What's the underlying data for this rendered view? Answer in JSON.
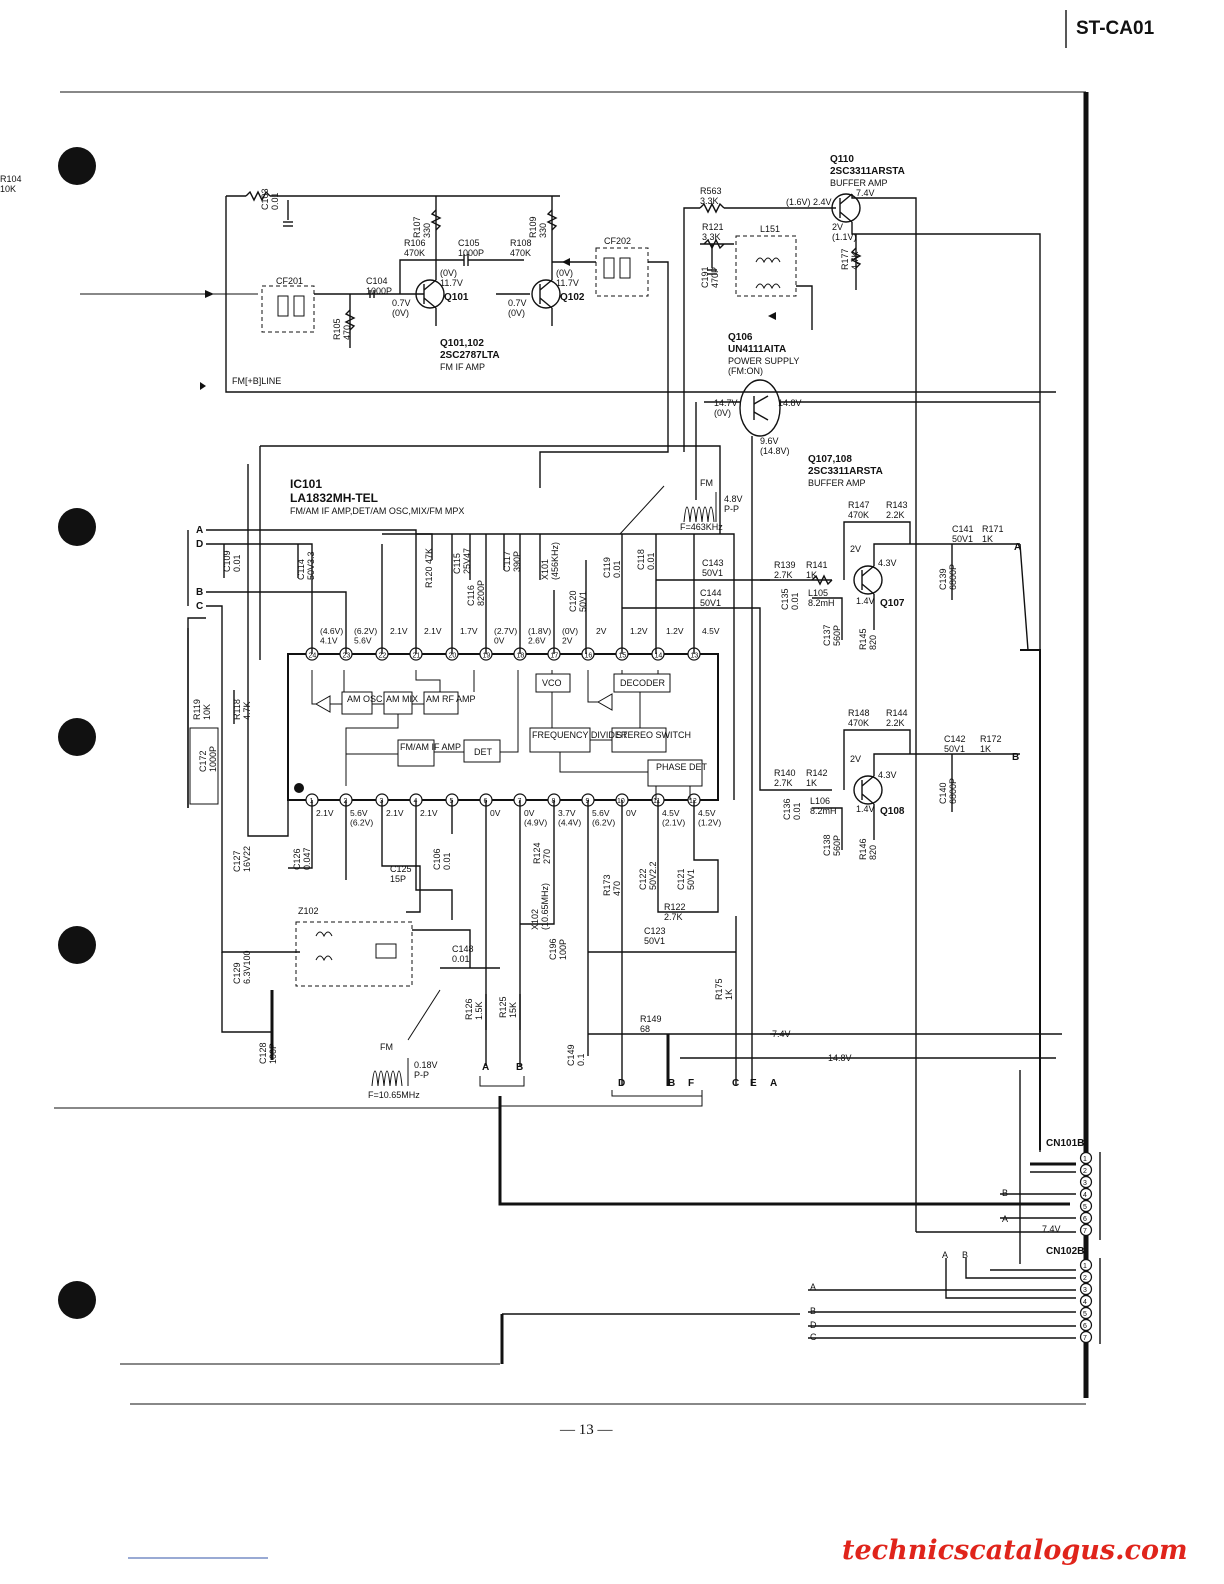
{
  "header": {
    "model": "ST-CA01"
  },
  "footer": {
    "page": "— 13 —",
    "site": "technicscatalogus.com"
  },
  "colors": {
    "ink": "#111111",
    "site": "#e0241b"
  },
  "ic": {
    "ref": "IC101",
    "part": "LA1832MH-TEL",
    "desc": "FM/AM IF AMP,DET/AM OSC,MIX/FM MPX",
    "blocks": [
      "AM OSC",
      "AM MIX",
      "AM RF AMP",
      "FM/AM IF AMP",
      "DET",
      "VCO",
      "DECODER",
      "FREQUENCY DIVIDER",
      "STEREO SWITCH",
      "PHASE DET"
    ],
    "top_pins": [
      "24",
      "23",
      "22",
      "21",
      "20",
      "19",
      "18",
      "17",
      "16",
      "15",
      "14",
      "13"
    ],
    "bottom_pins": [
      "1",
      "2",
      "3",
      "4",
      "5",
      "6",
      "7",
      "8",
      "9",
      "10",
      "11",
      "12"
    ],
    "top_volts": [
      "(4.6V)\n4.1V",
      "(6.2V)\n5.6V",
      "2.1V",
      "2.1V",
      "1.7V",
      "(2.7V)\n0V",
      "(1.8V)\n2.6V",
      "(0V)\n2V",
      "2V",
      "1.2V",
      "1.2V",
      "4.5V"
    ],
    "bottom_volts": [
      "2.1V",
      "5.6V\n(6.2V)",
      "2.1V",
      "2.1V",
      "",
      "0V",
      "0V\n(4.9V)",
      "3.7V\n(4.4V)",
      "5.6V\n(6.2V)",
      "0V",
      "4.5V\n(2.1V)",
      "4.5V\n(1.2V)"
    ]
  },
  "transistors": [
    {
      "ref": "Q101",
      "v1": "(0V)\n11.7V",
      "v2": "0.7V\n(0V)"
    },
    {
      "ref": "Q102",
      "v1": "(0V)\n11.7V",
      "v2": "0.7V\n(0V)"
    },
    {
      "ref": "Q107",
      "v1": "4.3V",
      "v2": "1.4V",
      "v3": "2V"
    },
    {
      "ref": "Q108",
      "v1": "4.3V",
      "v2": "1.4V",
      "v3": "2V"
    }
  ],
  "groups": {
    "q101_102": "Q101,102",
    "q101_102_part": "2SC2787LTA",
    "q101_102_desc": "FM IF AMP",
    "q106": "Q106",
    "q106_part": "UN4111AITA",
    "q106_desc": "POWER SUPPLY\n(FM:ON)",
    "q106_v1": "14.7V\n(0V)",
    "q106_v2": "14.8V",
    "q106_v3": "9.6V\n(14.8V)",
    "q107_108": "Q107,108",
    "q107_108_part": "2SC3311ARSTA",
    "q107_108_desc": "BUFFER AMP",
    "q110": "Q110",
    "q110_part": "2SC3311ARSTA",
    "q110_desc": "BUFFER AMP",
    "q110_v1": "7.4V",
    "q110_v2": "(1.6V) 2.4V",
    "q110_v3": "2V\n(1.1V)",
    "fm_line": "FM[+B]LINE"
  },
  "components": {
    "r104": "R104\n10K",
    "c103": "C103\n0.01",
    "r107": "R107\n330",
    "r109": "R109\n330",
    "r106": "R106\n470K",
    "c105": "C105\n1000P",
    "r108": "R108\n470K",
    "c104": "C104\n1000P",
    "r105": "R105\n470",
    "cf201": "CF201",
    "cf202": "CF202",
    "r563": "R563\n3.3K",
    "r121": "R121\n3.3K",
    "l151": "L151",
    "c191": "C191\n470P",
    "r177": "R177\n4.7K",
    "c109": "C109\n0.01",
    "c114": "C114\n50V3.3",
    "r120": "R120 47K",
    "c115": "C115\n25V47",
    "c116": "C116\n8200P",
    "c117": "C117\n390P",
    "x101": "X101\n(456KHz)",
    "c120": "C120\n50V1",
    "c119": "C119\n0.01",
    "c118": "C118\n0.01",
    "c143": "C143\n50V1",
    "c144": "C144\n50V1",
    "r139": "R139\n2.7K",
    "r141": "R141\n1K",
    "c135": "C135\n0.01",
    "l105": "L105\n8.2mH",
    "c137": "C137\n560P",
    "r145": "R145\n820",
    "r147": "R147\n470K",
    "r143": "R143\n2.2K",
    "c141": "C141\n50V1",
    "r171": "R171\n1K",
    "c139": "C139\n6800P",
    "r148": "R148\n470K",
    "r144": "R144\n2.2K",
    "c142": "C142\n50V1",
    "r172": "R172\n1K",
    "c140": "C140\n6800P",
    "r140": "R140\n2.7K",
    "r142": "R142\n1K",
    "c136": "C136\n0.01",
    "l106": "L106\n8.2mH",
    "c138": "C138\n560P",
    "r146": "R146\n820",
    "r119": "R119\n10K",
    "r118": "R118\n4.7K",
    "c172": "C172\n1000P",
    "c127": "C127\n16V22",
    "c126": "C126\n0.047",
    "c125": "C125\n15P",
    "c106": "C106\n0.01",
    "z102": "Z102",
    "c129": "C129\n6.3V100",
    "c128": "C128\n100P",
    "c148": "C148\n0.01",
    "r126": "R126\n1.5K",
    "r125": "R125\n15K",
    "x102": "X102\n(10.65MHz)",
    "c196": "C196\n100P",
    "r124": "R124\n270",
    "c149": "C149\n0.1",
    "r173": "R173\n470",
    "c122": "C122\n50V2.2",
    "c121": "C121\n50V1",
    "r122": "R122\n2.7K",
    "c123": "C123\n50V1",
    "r175": "R175\n1K",
    "r149": "R149\n68"
  },
  "waveforms": {
    "fm_top_label": "FM",
    "fm_top_amp": "4.8V\nP-P",
    "fm_top_freq": "F=463KHz",
    "fm_bot_label": "FM",
    "fm_bot_amp": "0.18V\nP-P",
    "fm_bot_freq": "F=10.65MHz"
  },
  "rails": {
    "v74": "7.4V",
    "v148": "14.8V"
  },
  "connectors": {
    "cn101": "CN101B",
    "cn102": "CN102B",
    "pins": [
      "1",
      "2",
      "3",
      "4",
      "5",
      "6",
      "7"
    ],
    "cn101_side": [
      "B",
      "A",
      "7.4V"
    ],
    "cn102_side": [
      "A",
      "B",
      "D",
      "C"
    ],
    "cn102_top": [
      "A",
      "B"
    ]
  },
  "letters": {
    "left": [
      "A",
      "D",
      "B",
      "C"
    ],
    "bottom_left": [
      "A",
      "B"
    ],
    "bottom_right": [
      "D",
      "B",
      "F",
      "C",
      "E",
      "A"
    ],
    "out_a": "A",
    "out_b": "B"
  }
}
